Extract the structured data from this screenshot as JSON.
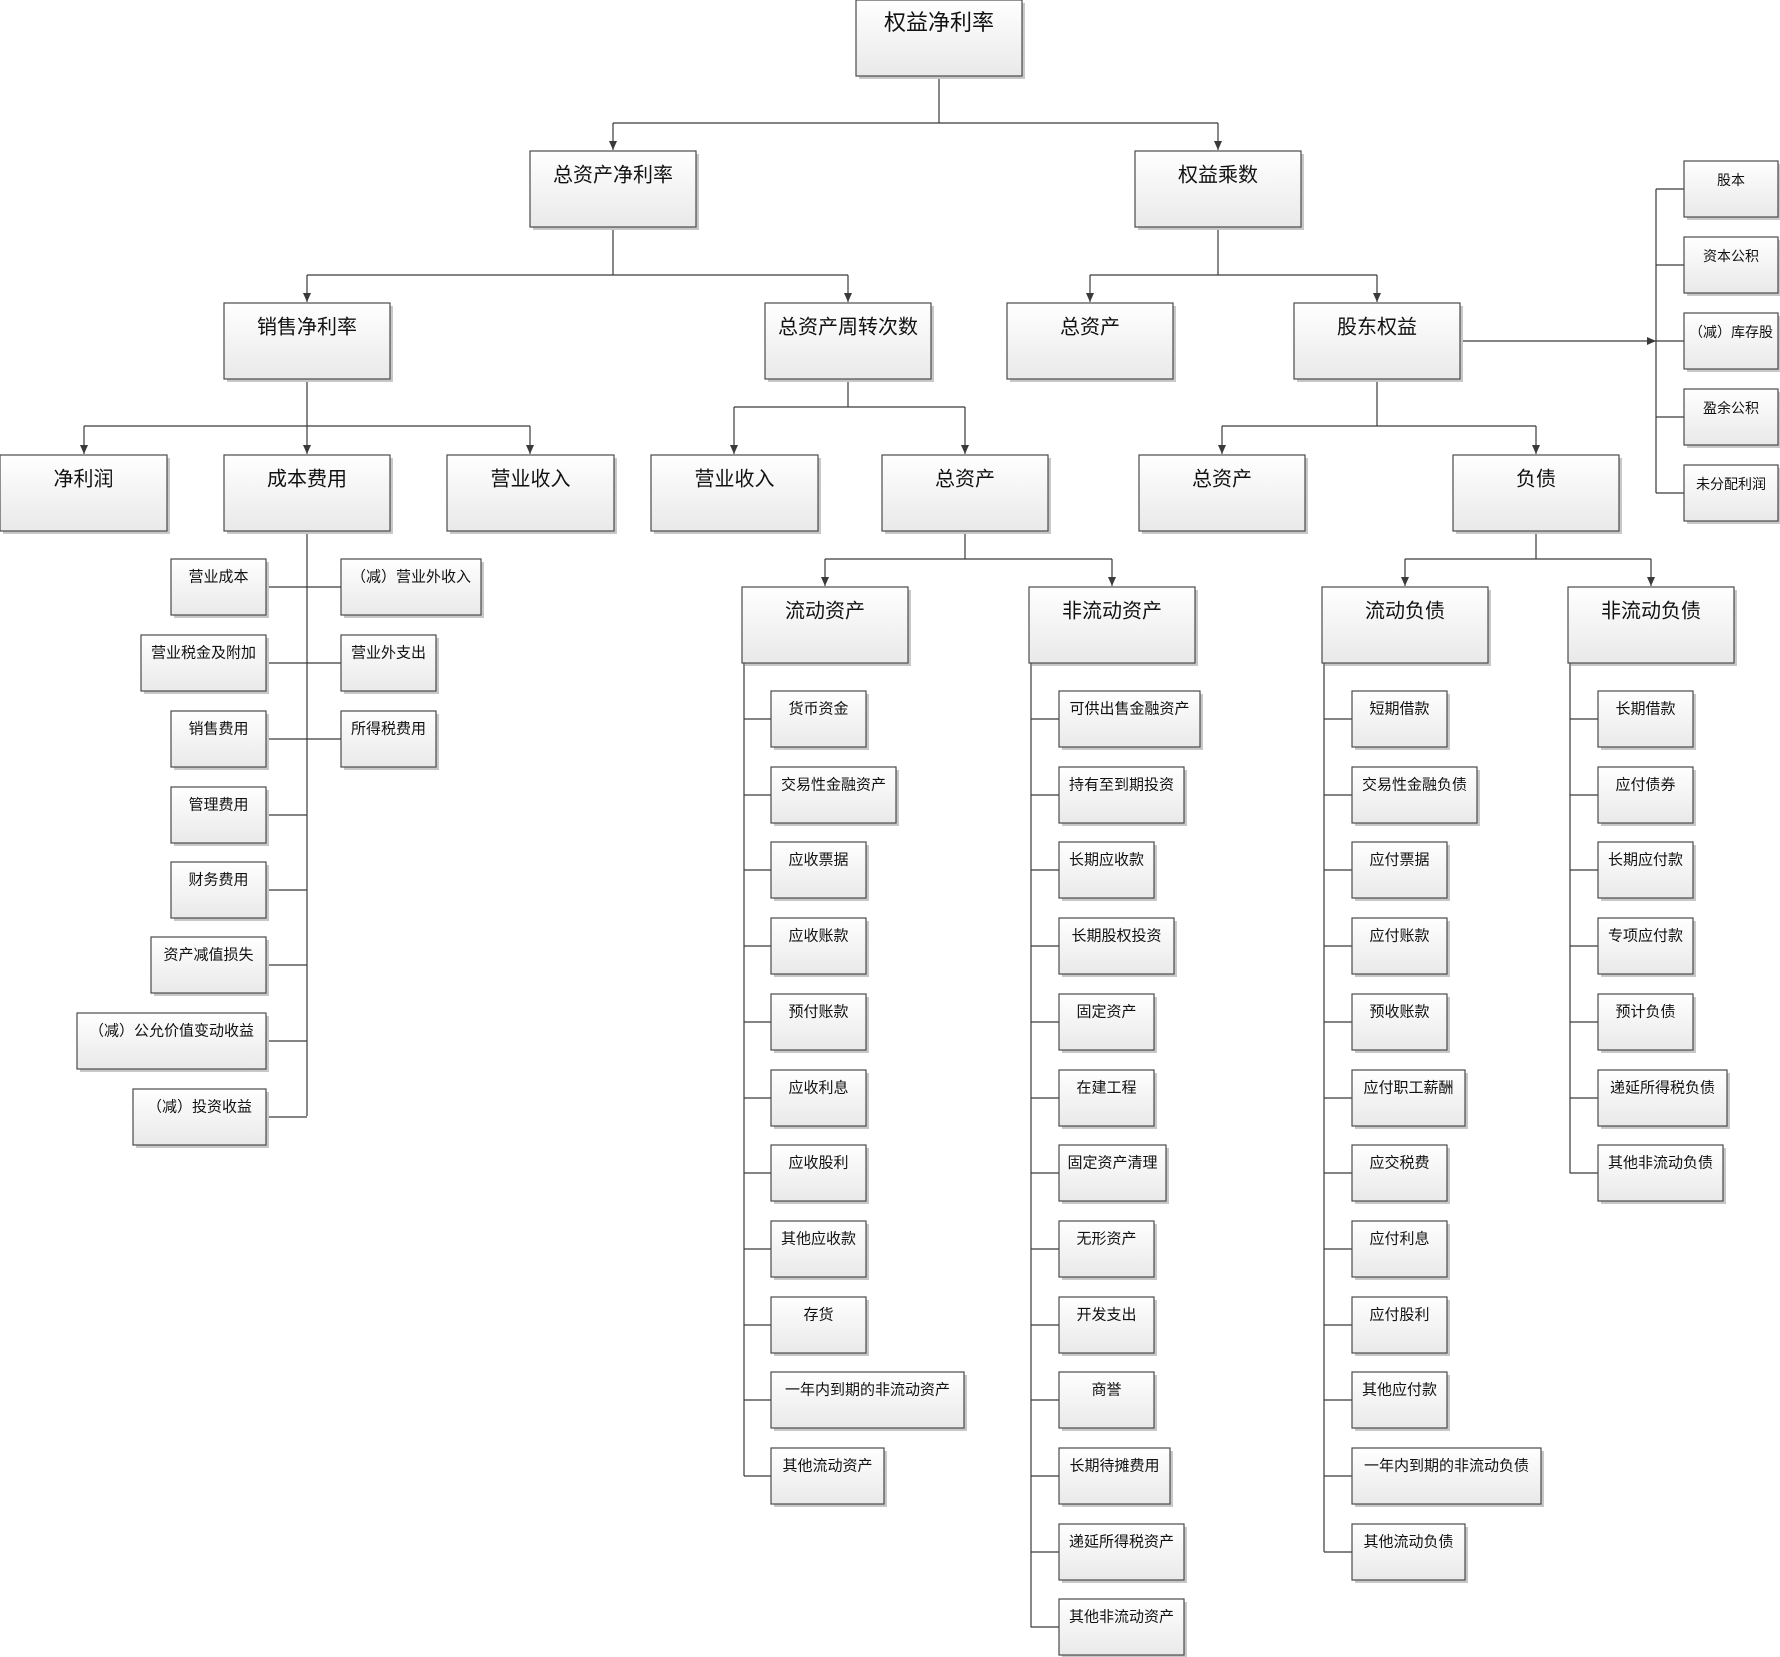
{
  "nodes": {
    "roe": "权益净利率",
    "roa": "总资产净利率",
    "equity_multiplier": "权益乘数",
    "net_profit_margin": "销售净利率",
    "asset_turnover": "总资产周转次数",
    "em_total_assets": "总资产",
    "shareholder_equity": "股东权益",
    "net_profit": "净利润",
    "cost_expense": "成本费用",
    "revenue_1": "营业收入",
    "revenue_2": "营业收入",
    "ta_total_assets": "总资产",
    "se_total_assets": "总资产",
    "liabilities": "负债",
    "current_assets": "流动资产",
    "noncurrent_assets": "非流动资产",
    "current_liabilities": "流动负债",
    "noncurrent_liabilities": "非流动负债"
  },
  "cost_items_left": [
    "营业成本",
    "营业税金及附加",
    "销售费用",
    "管理费用",
    "财务费用",
    "资产减值损失",
    "（减）公允价值变动收益",
    "（减）投资收益"
  ],
  "cost_items_right": [
    "（减）营业外收入",
    "营业外支出",
    "所得税费用"
  ],
  "equity_items": [
    "股本",
    "资本公积",
    "（减）库存股",
    "盈余公积",
    "未分配利润"
  ],
  "current_assets_items": [
    "货币资金",
    "交易性金融资产",
    "应收票据",
    "应收账款",
    "预付账款",
    "应收利息",
    "应收股利",
    "其他应收款",
    "存货",
    "一年内到期的非流动资产",
    "其他流动资产"
  ],
  "noncurrent_assets_items": [
    "可供出售金融资产",
    "持有至到期投资",
    "长期应收款",
    "长期股权投资",
    "固定资产",
    "在建工程",
    "固定资产清理",
    "无形资产",
    "开发支出",
    "商誉",
    "长期待摊费用",
    "递延所得税资产",
    "其他非流动资产"
  ],
  "current_liabilities_items": [
    "短期借款",
    "交易性金融负债",
    "应付票据",
    "应付账款",
    "预收账款",
    "应付职工薪酬",
    "应交税费",
    "应付利息",
    "应付股利",
    "其他应付款",
    "一年内到期的非流动负债",
    "其他流动负债"
  ],
  "noncurrent_liabilities_items": [
    "长期借款",
    "应付债券",
    "长期应付款",
    "专项应付款",
    "预计负债",
    "递延所得税负债",
    "其他非流动负债"
  ]
}
